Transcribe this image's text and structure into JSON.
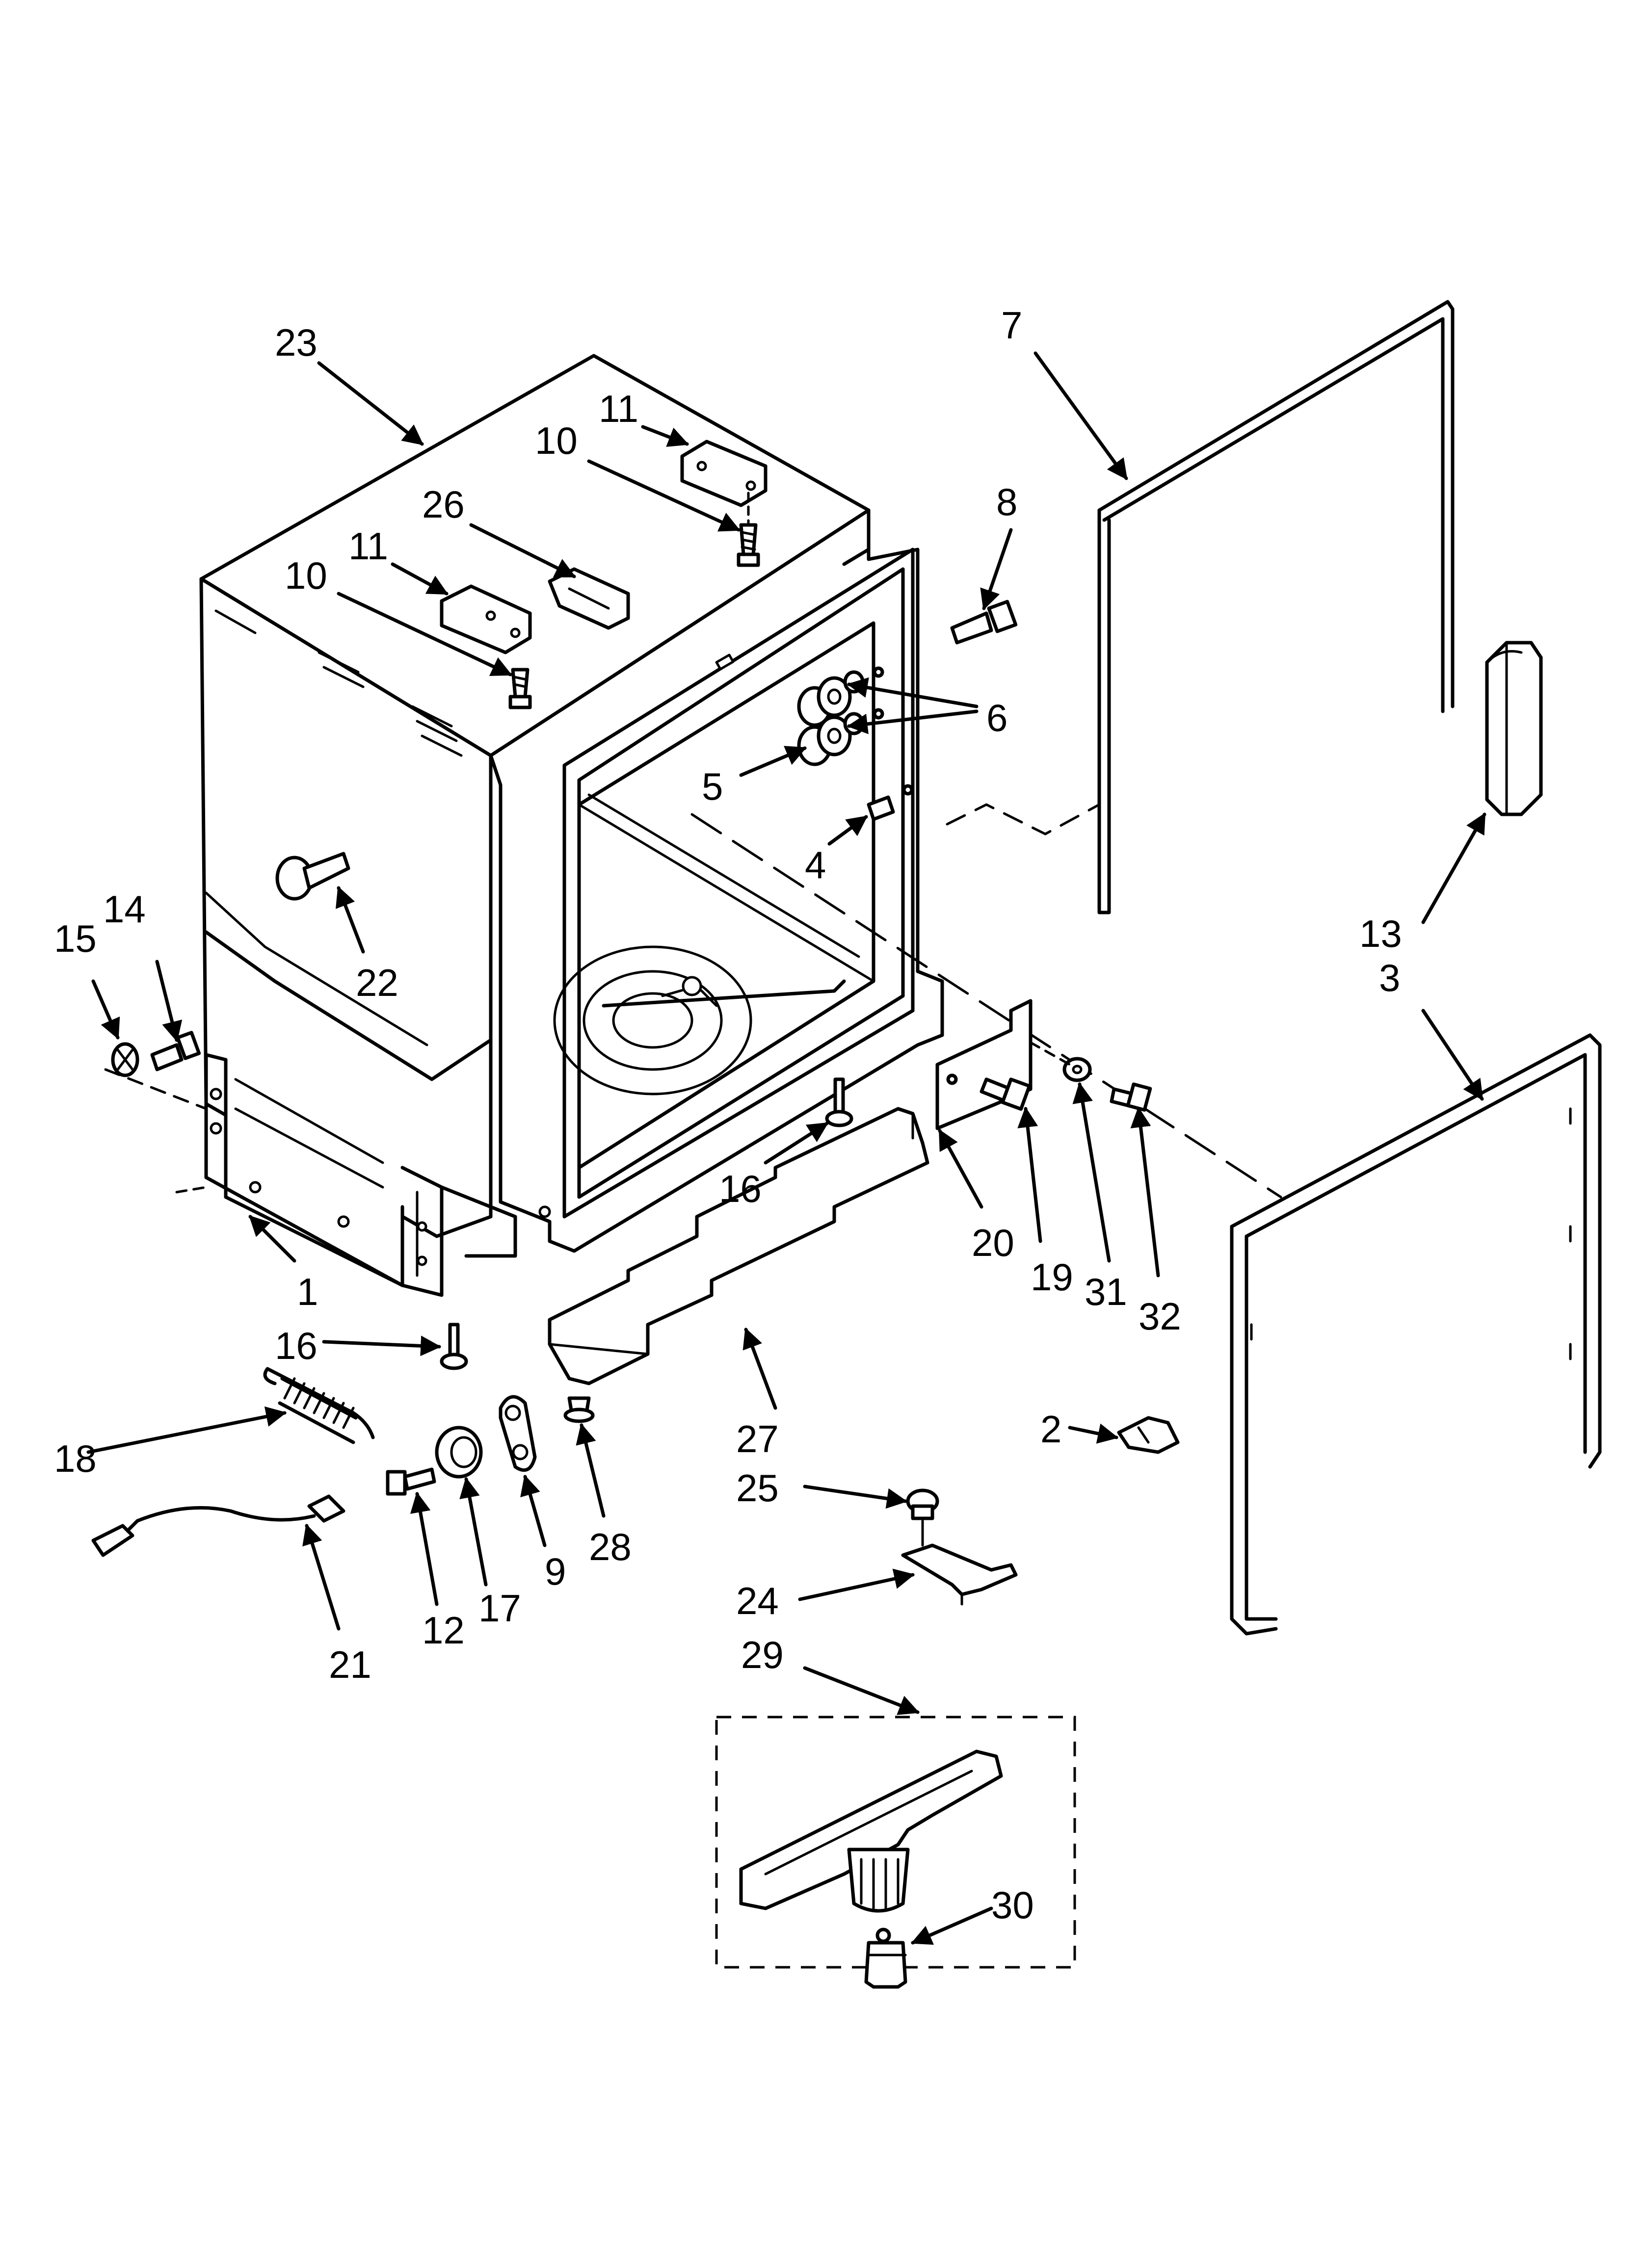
{
  "callouts": [
    {
      "id": "c23",
      "text": "23"
    },
    {
      "id": "c11a",
      "text": "11"
    },
    {
      "id": "c10a",
      "text": "10"
    },
    {
      "id": "c26",
      "text": "26"
    },
    {
      "id": "c11b",
      "text": "11"
    },
    {
      "id": "c10b",
      "text": "10"
    },
    {
      "id": "c7",
      "text": "7"
    },
    {
      "id": "c8",
      "text": "8"
    },
    {
      "id": "c6",
      "text": "6"
    },
    {
      "id": "c5",
      "text": "5"
    },
    {
      "id": "c4",
      "text": "4"
    },
    {
      "id": "c22",
      "text": "22"
    },
    {
      "id": "c14",
      "text": "14"
    },
    {
      "id": "c15",
      "text": "15"
    },
    {
      "id": "c13",
      "text": "13"
    },
    {
      "id": "c3",
      "text": "3"
    },
    {
      "id": "c16a",
      "text": "16"
    },
    {
      "id": "c20",
      "text": "20"
    },
    {
      "id": "c19",
      "text": "19"
    },
    {
      "id": "c31",
      "text": "31"
    },
    {
      "id": "c32",
      "text": "32"
    },
    {
      "id": "c1",
      "text": "1"
    },
    {
      "id": "c16b",
      "text": "16"
    },
    {
      "id": "c27",
      "text": "27"
    },
    {
      "id": "c18",
      "text": "18"
    },
    {
      "id": "c2",
      "text": "2"
    },
    {
      "id": "c28",
      "text": "28"
    },
    {
      "id": "c9",
      "text": "9"
    },
    {
      "id": "c25",
      "text": "25"
    },
    {
      "id": "c12",
      "text": "12"
    },
    {
      "id": "c17",
      "text": "17"
    },
    {
      "id": "c24",
      "text": "24"
    },
    {
      "id": "c21",
      "text": "21"
    },
    {
      "id": "c29",
      "text": "29"
    },
    {
      "id": "c30",
      "text": "30"
    }
  ]
}
